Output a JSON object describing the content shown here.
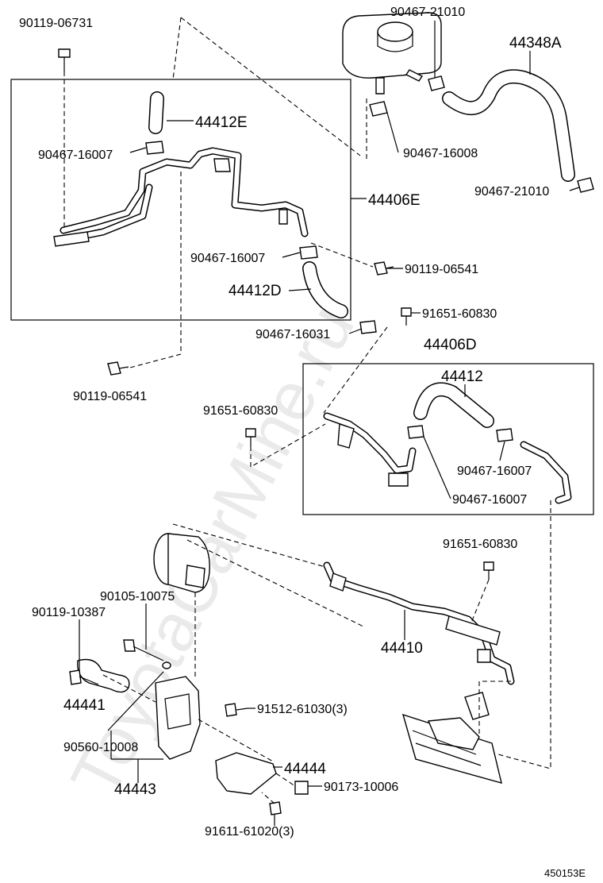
{
  "labels": {
    "p90119_06731": "90119-06731",
    "p90467_21010_top": "90467-21010",
    "p44348A": "44348A",
    "p44412E": "44412E",
    "p90467_16007_a": "90467-16007",
    "p90467_16008": "90467-16008",
    "p90467_21010_right": "90467-21010",
    "p44406E": "44406E",
    "p90467_16007_b": "90467-16007",
    "p90119_06541_a": "90119-06541",
    "p44412D": "44412D",
    "p91651_60830_a": "91651-60830",
    "p90467_16031": "90467-16031",
    "p44406D": "44406D",
    "p44412": "44412",
    "p90119_06541_b": "90119-06541",
    "p91651_60830_b": "91651-60830",
    "p90467_16007_c": "90467-16007",
    "p90467_16007_d": "90467-16007",
    "p91651_60830_c": "91651-60830",
    "p90105_10075": "90105-10075",
    "p90119_10387": "90119-10387",
    "p44410": "44410",
    "p44441": "44441",
    "p91512_61030": "91512-61030(3)",
    "p90560_10008": "90560-10008",
    "p44443": "44443",
    "p44444": "44444",
    "p90173_10006": "90173-10006",
    "p91611_61020": "91611-61020(3)"
  },
  "reference": "450153E",
  "watermark": "ToyotaCarMine.ru"
}
